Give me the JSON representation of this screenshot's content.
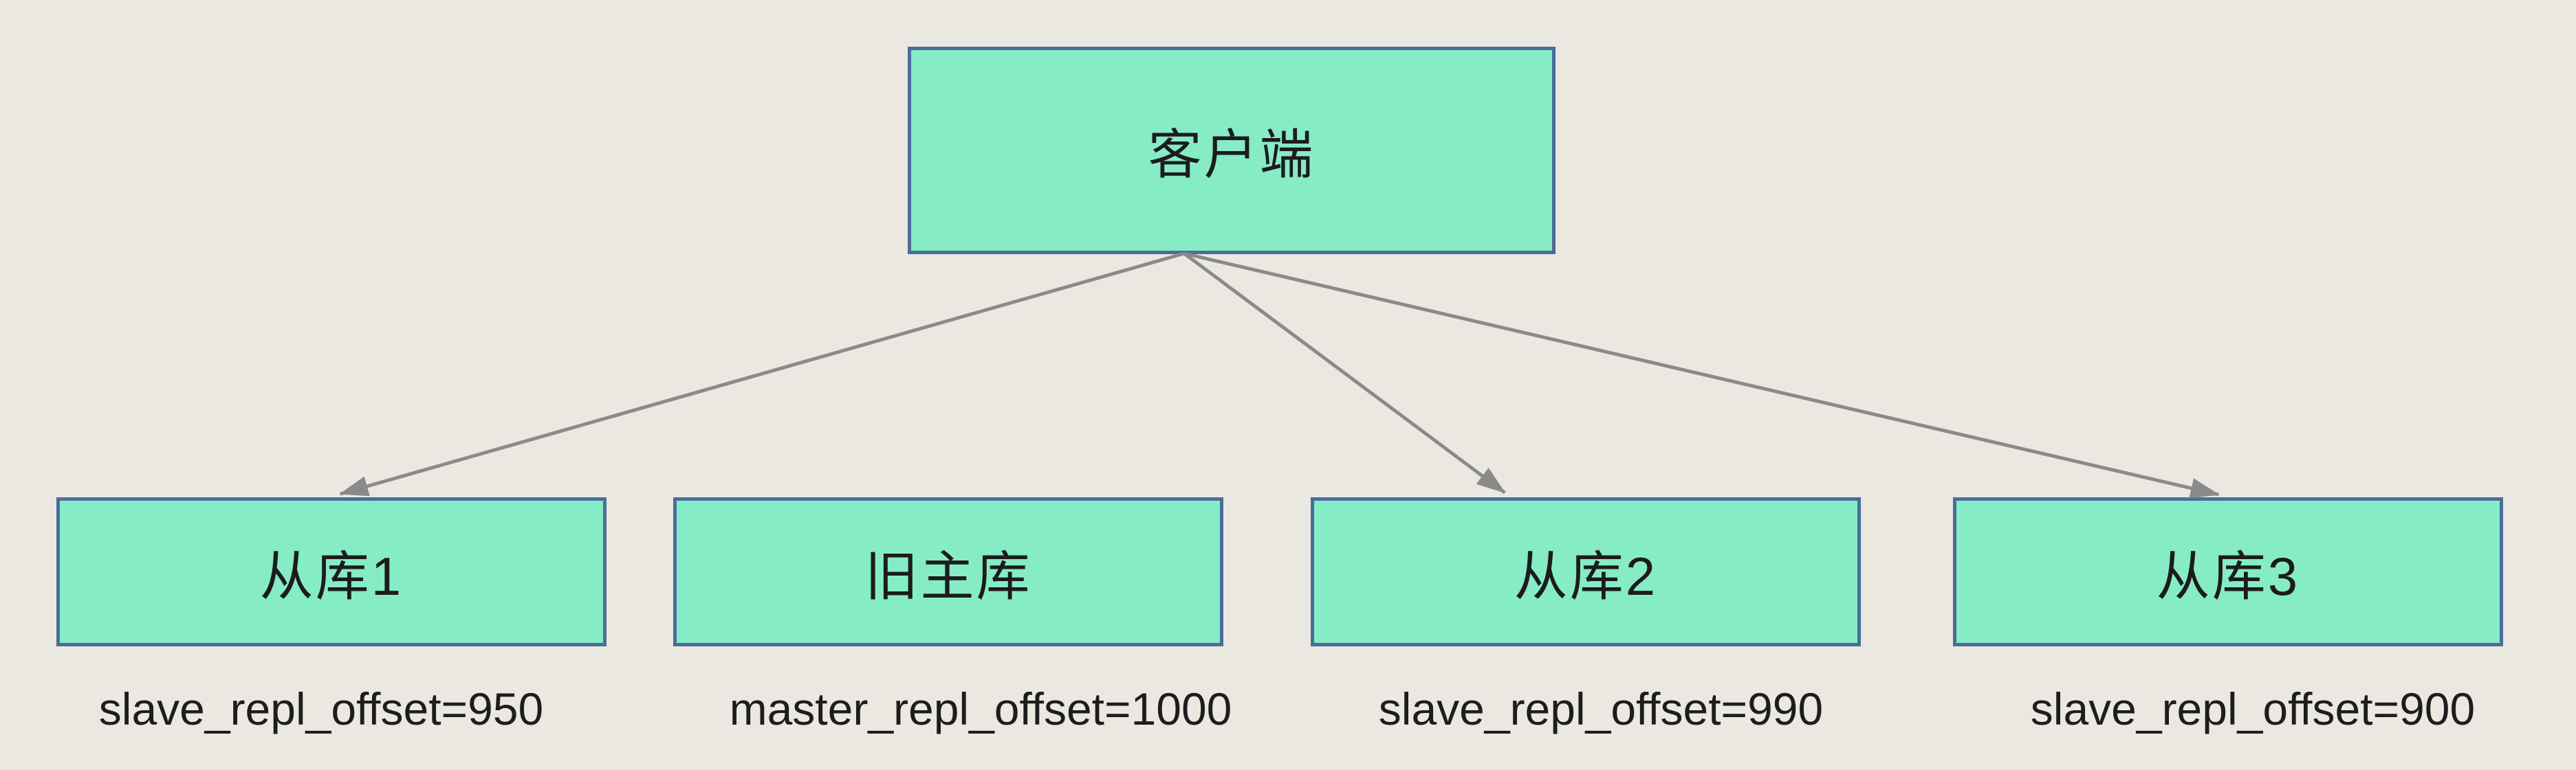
{
  "diagram": {
    "client_node": {
      "label": "客户端"
    },
    "nodes": [
      {
        "label": "从库1",
        "offset_label": "slave_repl_offset=950"
      },
      {
        "label": "旧主库",
        "offset_label": "master_repl_offset=1000"
      },
      {
        "label": "从库2",
        "offset_label": "slave_repl_offset=990"
      },
      {
        "label": "从库3",
        "offset_label": "slave_repl_offset=900"
      }
    ],
    "edges": [
      {
        "from": "客户端",
        "to": "从库1"
      },
      {
        "from": "客户端",
        "to": "从库2"
      },
      {
        "from": "客户端",
        "to": "从库3"
      }
    ],
    "colors": {
      "background": "#EAE8E0",
      "node_fill": "#85ECC6",
      "node_border": "#4A6D9B",
      "arrow": "#8A8A8A",
      "text": "#1C1C1C"
    }
  }
}
